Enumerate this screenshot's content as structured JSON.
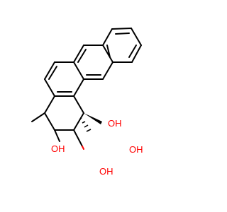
{
  "molecule": {
    "atom_labels": {
      "oh_c1": "OH",
      "oh_c2": "OH",
      "oh_c3": "OH",
      "oh_c4": "OH"
    },
    "colors": {
      "bond": "#000000",
      "heteroatom": "#ff0000"
    }
  }
}
